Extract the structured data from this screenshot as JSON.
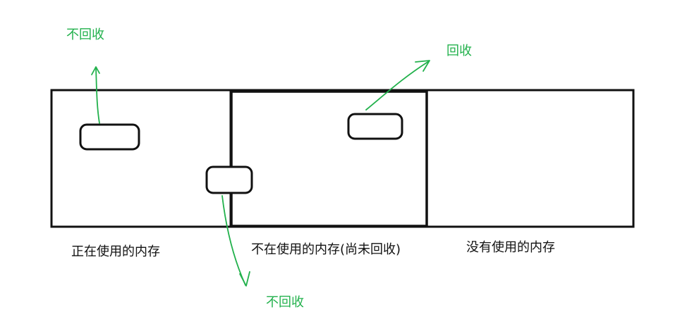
{
  "colors": {
    "ink": "#111111",
    "arrow": "#22b14c"
  },
  "regions": {
    "in_use": "正在使用的内存",
    "unused_not_collected": "不在使用的内存(尚未回收)",
    "unused": "没有使用的内存"
  },
  "annotations": {
    "top_left": "不回收",
    "top_right": "回收",
    "bottom": "不回收"
  }
}
